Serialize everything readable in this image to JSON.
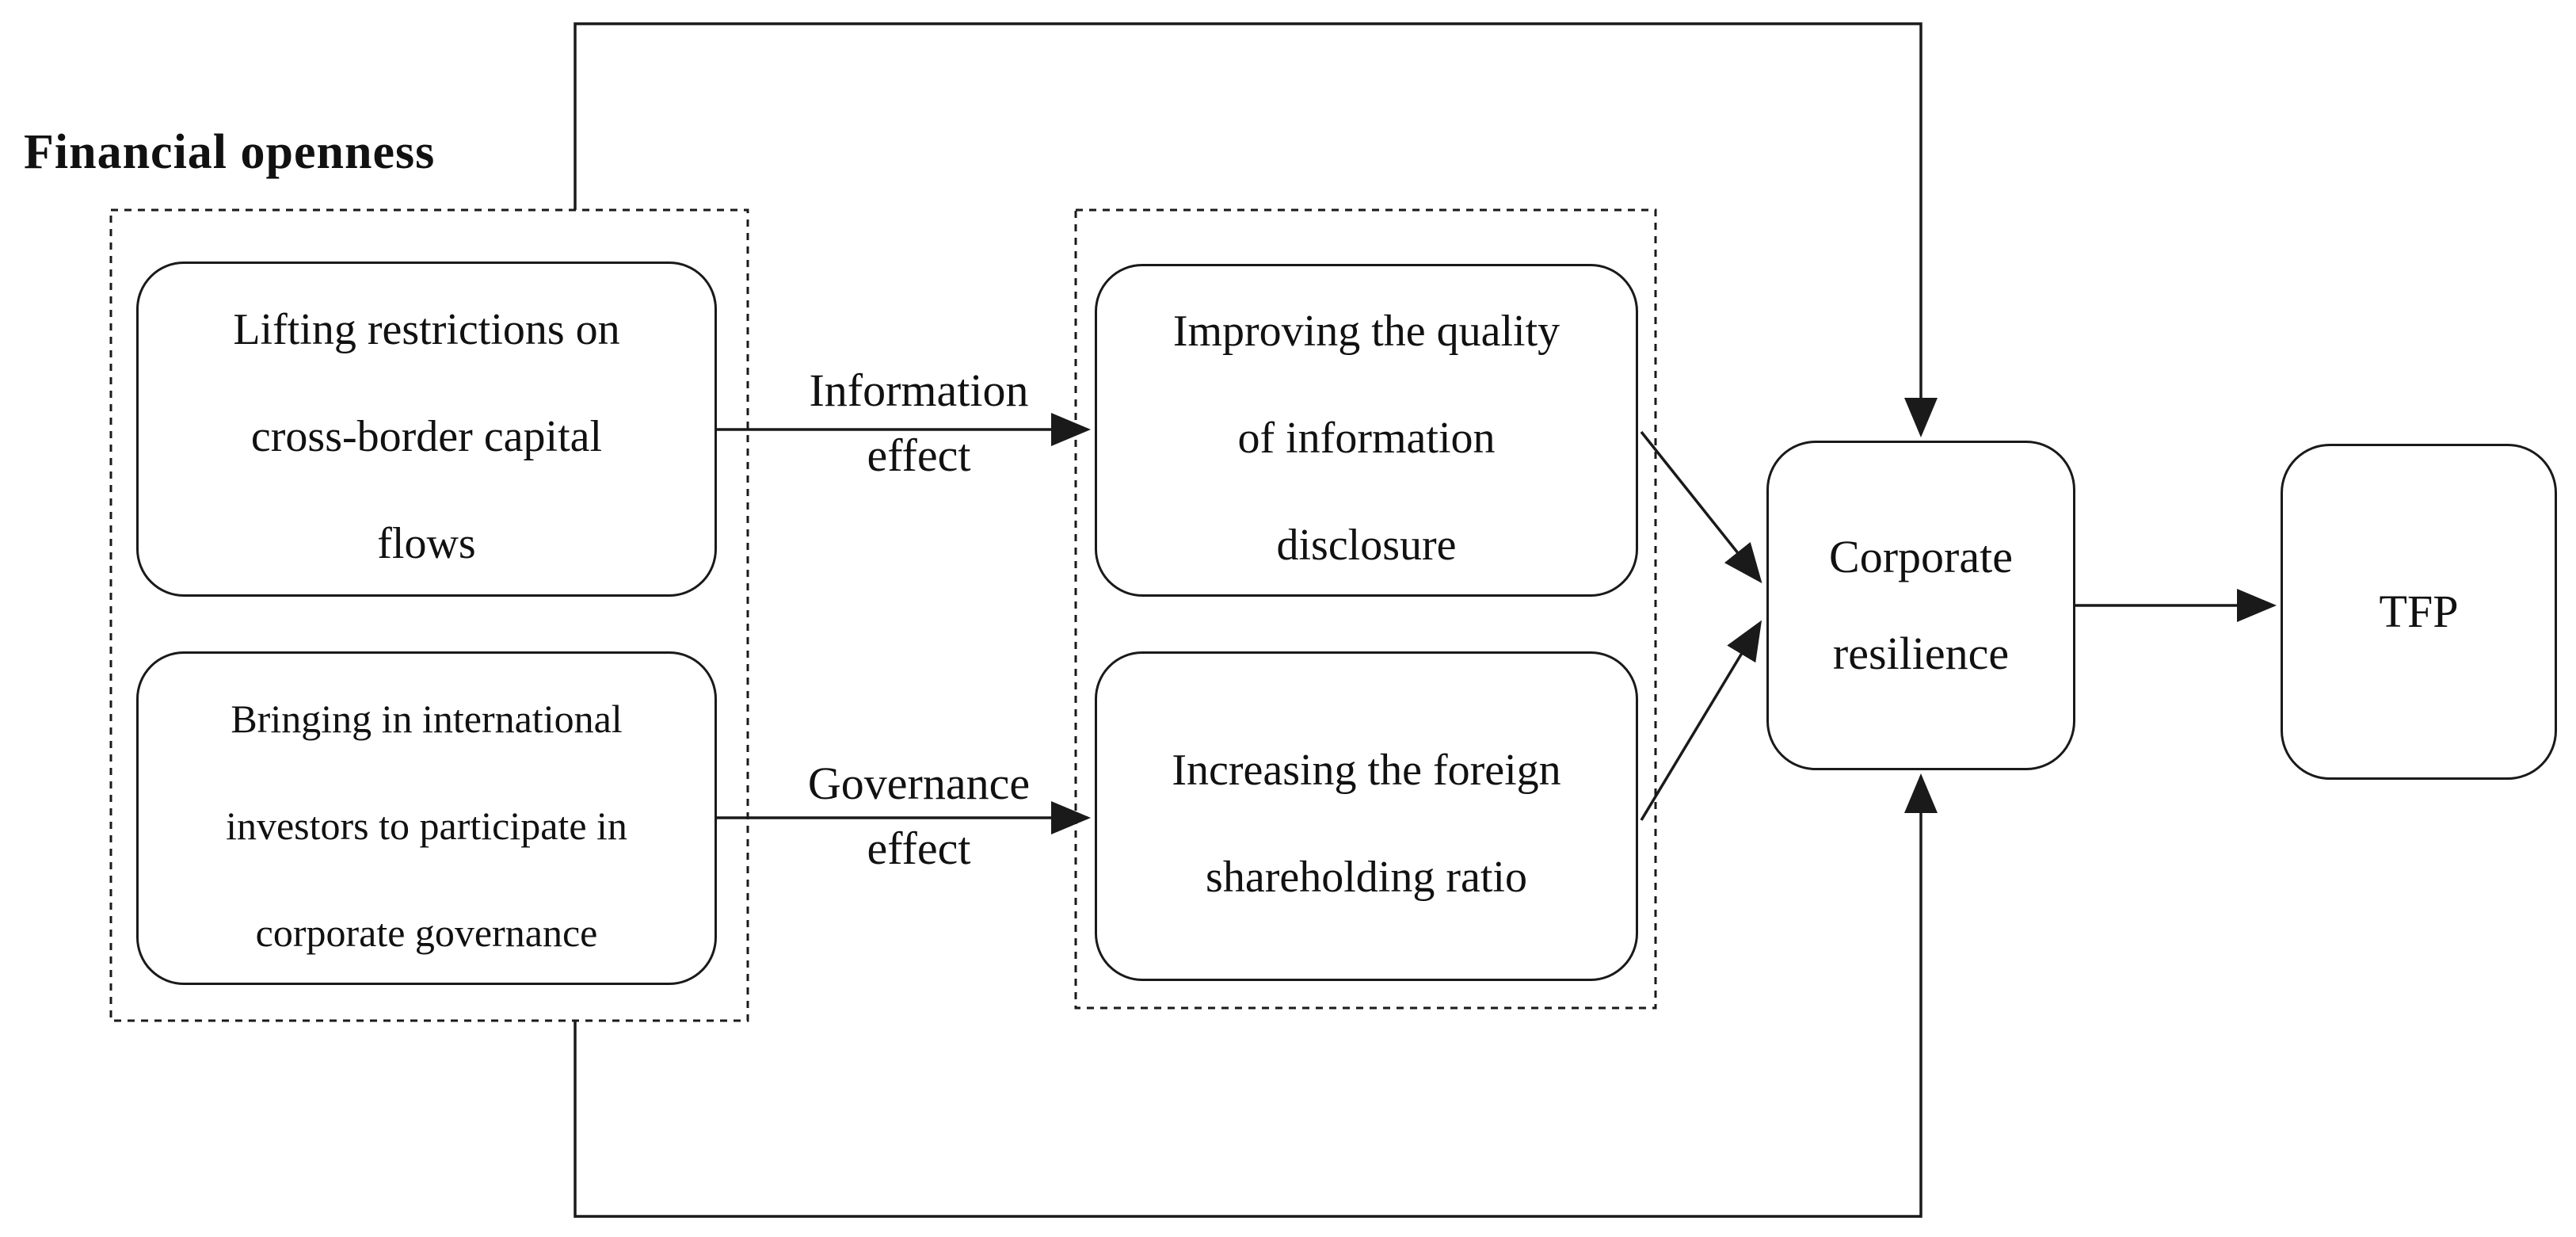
{
  "title": "Financial openness",
  "boxes": {
    "lifting": {
      "lines": [
        "Lifting restrictions on",
        "cross-border capital",
        "flows"
      ]
    },
    "bringing": {
      "lines": [
        "Bringing in international",
        "investors to participate in",
        "corporate governance"
      ]
    },
    "improving": {
      "lines": [
        "Improving the quality",
        "of information",
        "disclosure"
      ]
    },
    "increasing": {
      "lines": [
        "Increasing the foreign",
        "shareholding ratio"
      ]
    },
    "resilience": {
      "lines": [
        "Corporate",
        "resilience"
      ]
    },
    "tfp": {
      "lines": [
        "TFP"
      ]
    }
  },
  "arrow_labels": {
    "information": {
      "lines": [
        "Information",
        "effect"
      ]
    },
    "governance": {
      "lines": [
        "Governance",
        "effect"
      ]
    }
  },
  "colors": {
    "stroke": "#1a1a1a",
    "background": "#ffffff"
  }
}
